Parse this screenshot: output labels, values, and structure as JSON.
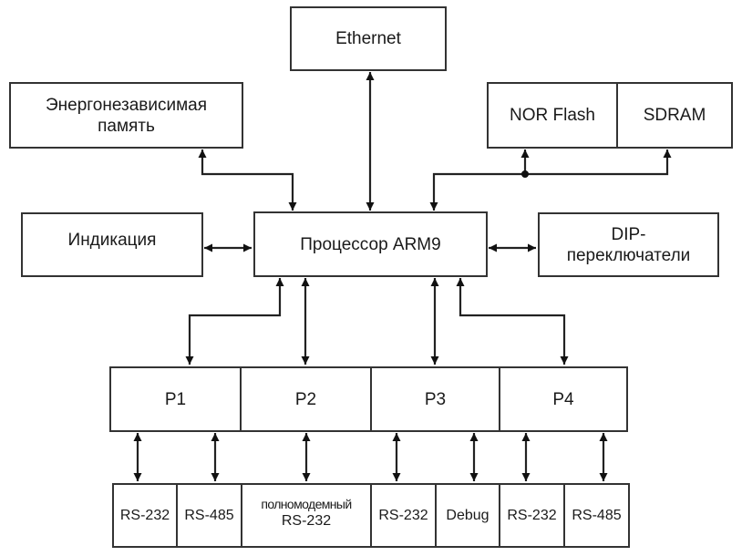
{
  "diagram": {
    "type": "block-diagram",
    "blocks": {
      "ethernet": "Ethernet",
      "nvram_line1": "Энергонезависимая",
      "nvram_line2": "память",
      "nor_flash": "NOR Flash",
      "sdram": "SDRAM",
      "indication": "Индикация",
      "cpu": "Процессор ARM9",
      "dip_line1": "DIP-",
      "dip_line2": "переключатели",
      "ports": [
        "P1",
        "P2",
        "P3",
        "P4"
      ],
      "interfaces": [
        {
          "label": "RS-232"
        },
        {
          "label": "RS-485"
        },
        {
          "label": "полномодемный",
          "label2": "RS-232"
        },
        {
          "label": "RS-232"
        },
        {
          "label": "Debug"
        },
        {
          "label": "RS-232"
        },
        {
          "label": "RS-485"
        }
      ]
    },
    "connections": [
      {
        "from": "Процессор ARM9",
        "to": "Ethernet",
        "dir": "both"
      },
      {
        "from": "Процессор ARM9",
        "to": "Энергонезависимая память",
        "dir": "both"
      },
      {
        "from": "Процессор ARM9",
        "to": "NOR Flash",
        "dir": "both"
      },
      {
        "from": "Процессор ARM9",
        "to": "SDRAM",
        "dir": "both"
      },
      {
        "from": "Процессор ARM9",
        "to": "Индикация",
        "dir": "both"
      },
      {
        "from": "Процессор ARM9",
        "to": "DIP-переключатели",
        "dir": "both"
      },
      {
        "from": "Процессор ARM9",
        "to": "P1",
        "dir": "both"
      },
      {
        "from": "Процессор ARM9",
        "to": "P2",
        "dir": "both"
      },
      {
        "from": "Процессор ARM9",
        "to": "P3",
        "dir": "both"
      },
      {
        "from": "Процессор ARM9",
        "to": "P4",
        "dir": "both"
      },
      {
        "from": "P1",
        "to": "RS-232",
        "dir": "both"
      },
      {
        "from": "P1",
        "to": "RS-485",
        "dir": "both"
      },
      {
        "from": "P2",
        "to": "полномодемный RS-232",
        "dir": "both"
      },
      {
        "from": "P3",
        "to": "RS-232",
        "dir": "both"
      },
      {
        "from": "P3",
        "to": "Debug",
        "dir": "both"
      },
      {
        "from": "P4",
        "to": "RS-232",
        "dir": "both"
      },
      {
        "from": "P4",
        "to": "RS-485",
        "dir": "both"
      }
    ]
  }
}
